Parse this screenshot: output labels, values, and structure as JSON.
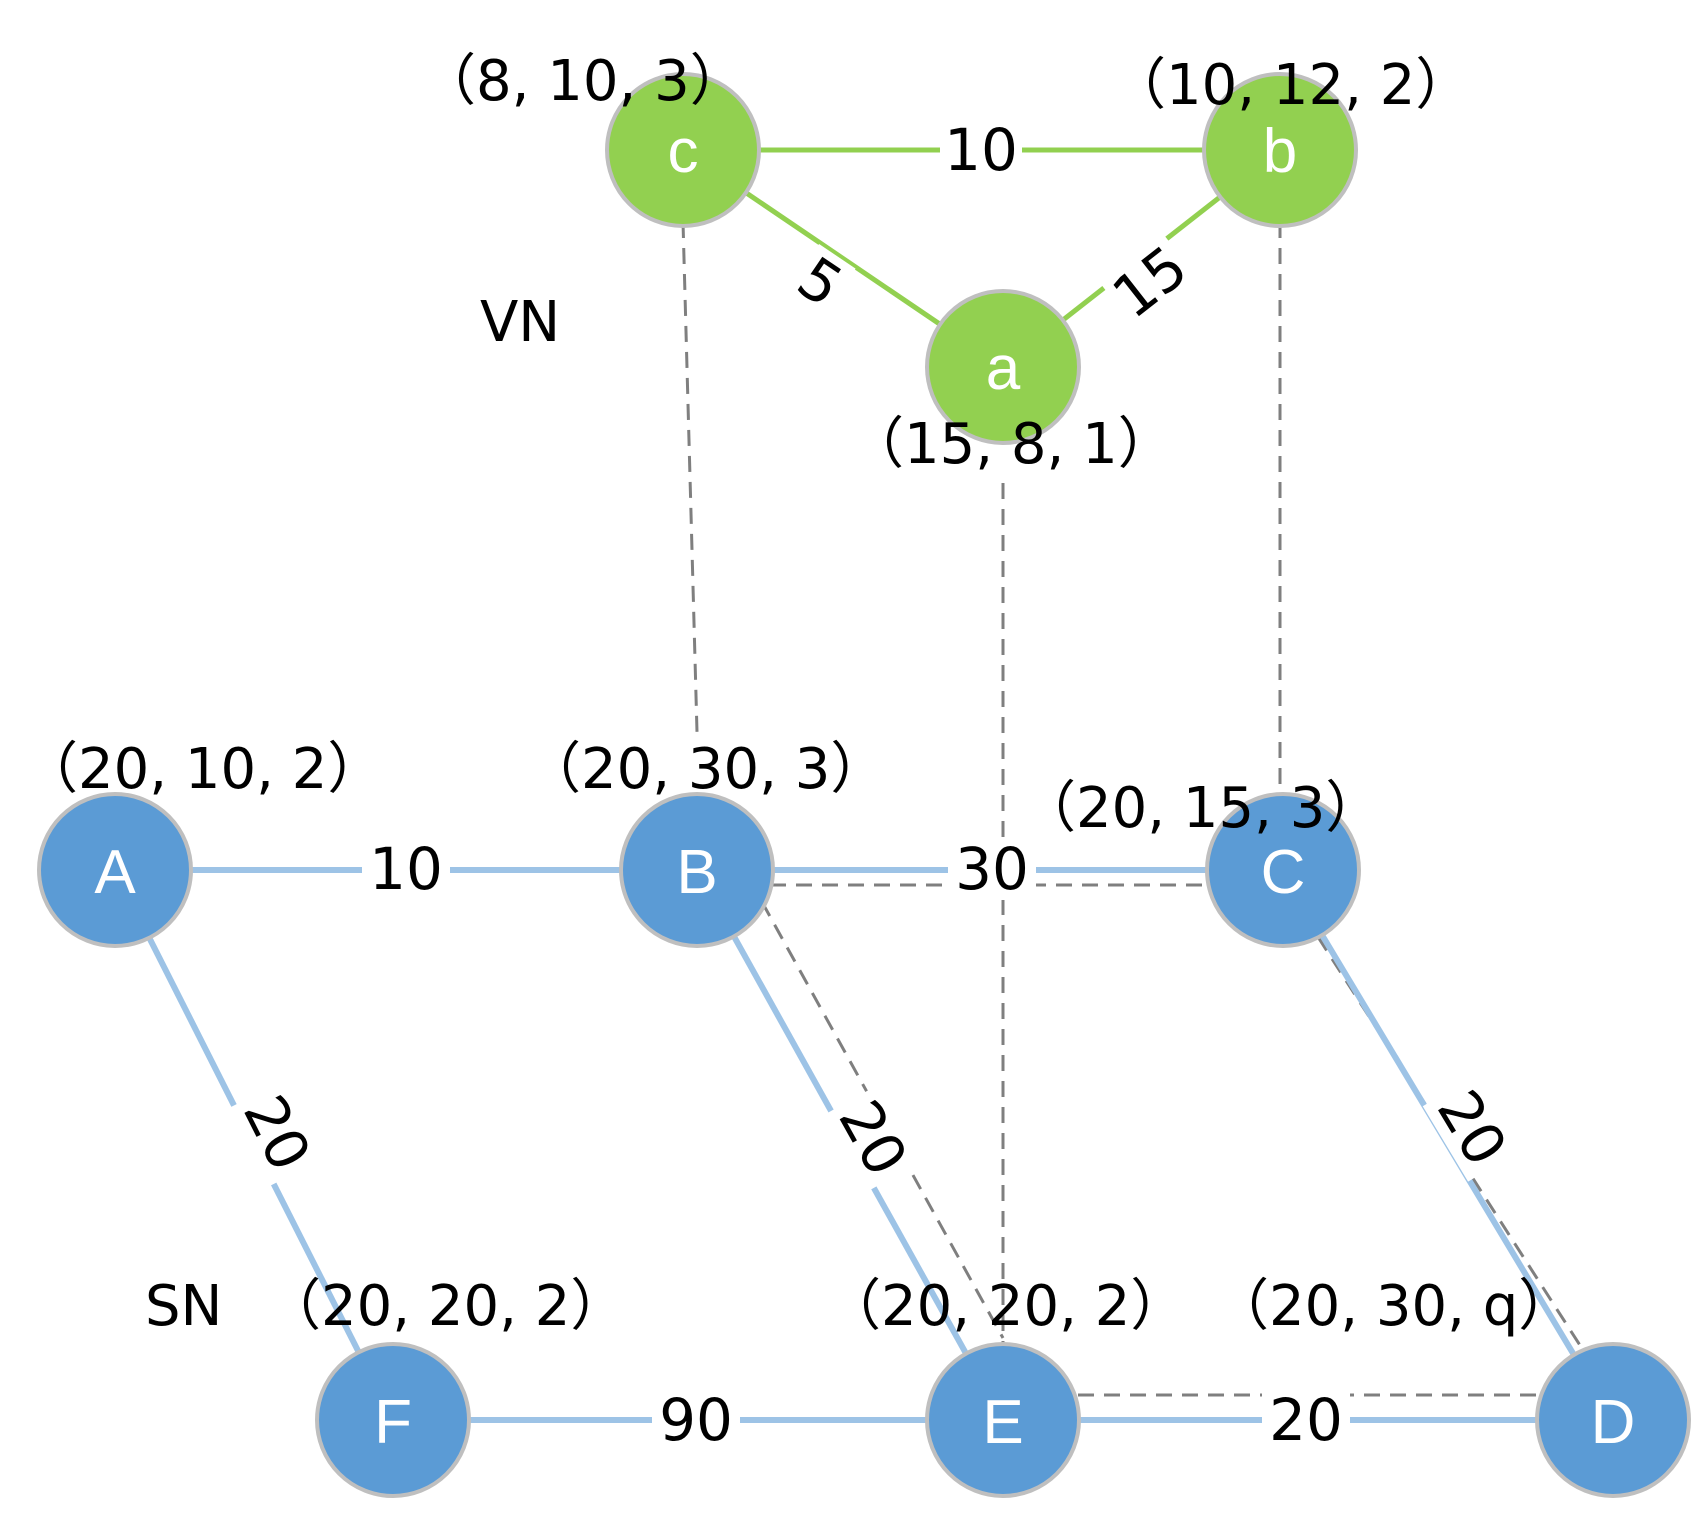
{
  "network_labels": {
    "virtual": "VN",
    "substrate": "SN"
  },
  "colors": {
    "virtual_node": "#92D050",
    "virtual_link": "#92D050",
    "substrate_node": "#5B9BD5",
    "substrate_link": "#9DC3E6",
    "mapping_line": "#7F7F7F",
    "node_outline": "#BFBFBF"
  },
  "virtual_nodes": {
    "a": {
      "name": "a",
      "attrs": "（15, 8, 1）"
    },
    "b": {
      "name": "b",
      "attrs": "（10, 12, 2）"
    },
    "c": {
      "name": "c",
      "attrs": "（8, 10, 3）"
    }
  },
  "virtual_links": {
    "c_b": {
      "from": "c",
      "to": "b",
      "label": "10"
    },
    "c_a": {
      "from": "c",
      "to": "a",
      "label": "5"
    },
    "a_b": {
      "from": "a",
      "to": "b",
      "label": "15"
    }
  },
  "substrate_nodes": {
    "A": {
      "name": "A",
      "attrs": "（20, 10, 2）"
    },
    "B": {
      "name": "B",
      "attrs": "（20, 30, 3）"
    },
    "C": {
      "name": "C",
      "attrs": "（20, 15, 3）"
    },
    "D": {
      "name": "D",
      "attrs": "（20, 30, q）"
    },
    "E": {
      "name": "E",
      "attrs": "（20, 20, 2）"
    },
    "F": {
      "name": "F",
      "attrs": "（20, 20, 2）"
    }
  },
  "substrate_links": {
    "A_B": {
      "from": "A",
      "to": "B",
      "label": "10"
    },
    "B_C": {
      "from": "B",
      "to": "C",
      "label": "30"
    },
    "A_F": {
      "from": "A",
      "to": "F",
      "label": "20"
    },
    "B_E": {
      "from": "B",
      "to": "E",
      "label": "20"
    },
    "C_D": {
      "from": "C",
      "to": "D",
      "label": "20"
    },
    "F_E": {
      "from": "F",
      "to": "E",
      "label": "90"
    },
    "E_D": {
      "from": "E",
      "to": "D",
      "label": "20"
    }
  },
  "node_mappings": [
    {
      "virtual": "c",
      "substrate": "B"
    },
    {
      "virtual": "a",
      "substrate": "E"
    },
    {
      "virtual": "b",
      "substrate": "C"
    }
  ],
  "link_mappings": [
    {
      "virtual_link": "c-b",
      "path": [
        "B",
        "C"
      ]
    },
    {
      "virtual_link": "c-a",
      "path": [
        "B",
        "E"
      ]
    },
    {
      "virtual_link": "a-b",
      "path": [
        "C",
        "D",
        "E"
      ]
    }
  ]
}
